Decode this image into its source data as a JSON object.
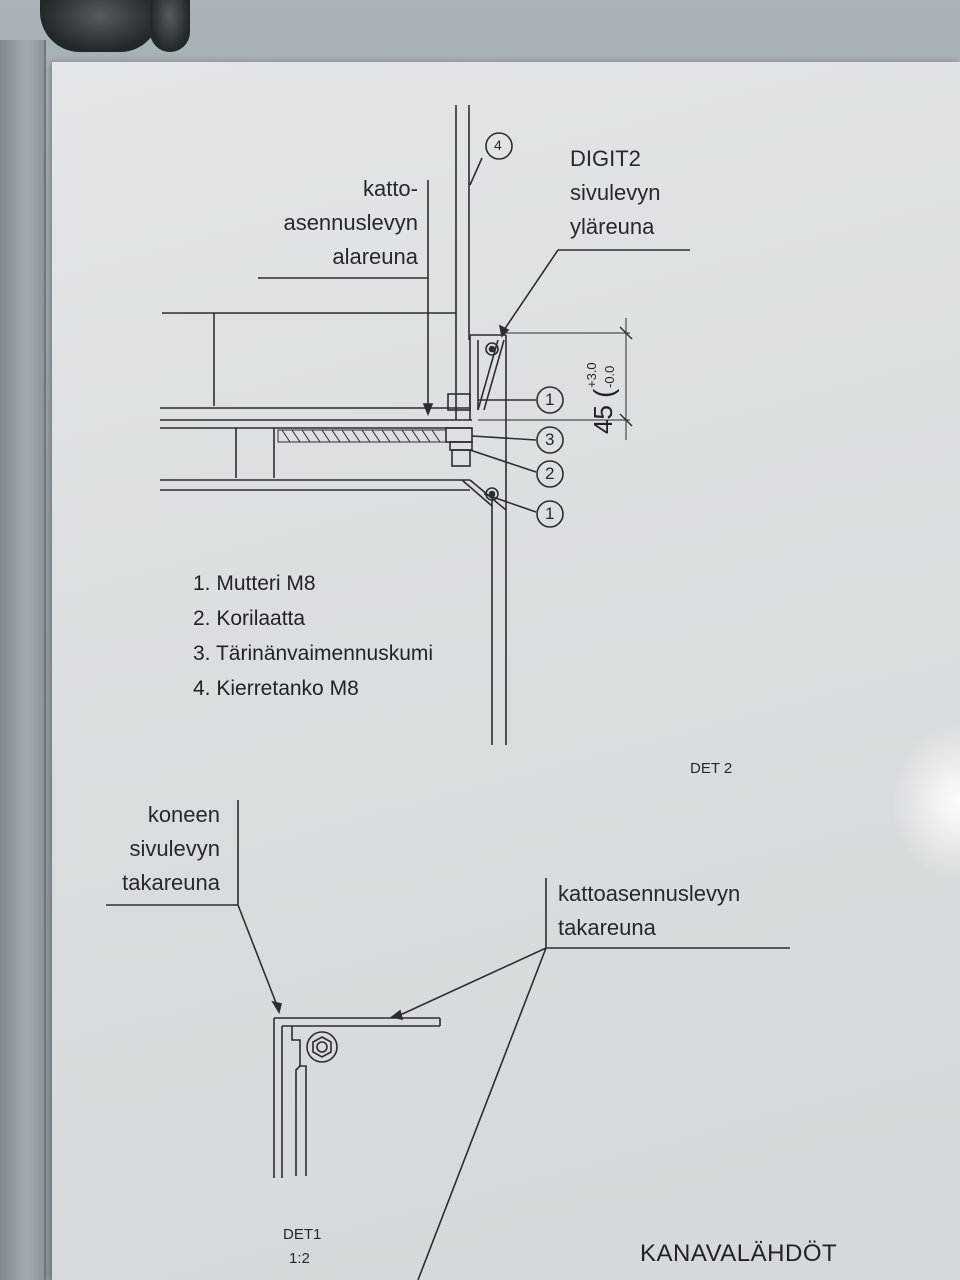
{
  "labels": {
    "katto_line1": "katto-",
    "katto_line2": "asennuslevyn",
    "katto_line3": "alareuna",
    "digit_line1": "DIGIT2",
    "digit_line2": "sivulevyn",
    "digit_line3": "yläreuna",
    "koneen_line1": "koneen",
    "koneen_line2": "sivulevyn",
    "koneen_line3": "takareuna",
    "kattotaka_line1": "kattoasennuslevyn",
    "kattotaka_line2": "takareuna"
  },
  "legend": [
    "1. Mutteri M8",
    "2. Korilaatta",
    "3. Tärinänvaimennuskumi",
    "4. Kierretanko M8"
  ],
  "callouts": {
    "c4": "4",
    "c1a": "1",
    "c3": "3",
    "c2": "2",
    "c1b": "1"
  },
  "dimension": {
    "value": "45",
    "tol_plus": "+3.0",
    "tol_minus": "-0.0"
  },
  "detail_names": {
    "det2": "DET 2",
    "det1": "DET1",
    "det1_scale": "1:2"
  },
  "footer": {
    "title": "KANAVALÄHDÖT"
  },
  "colors": {
    "ink": "#25292d",
    "paper": "#dde2e4"
  }
}
